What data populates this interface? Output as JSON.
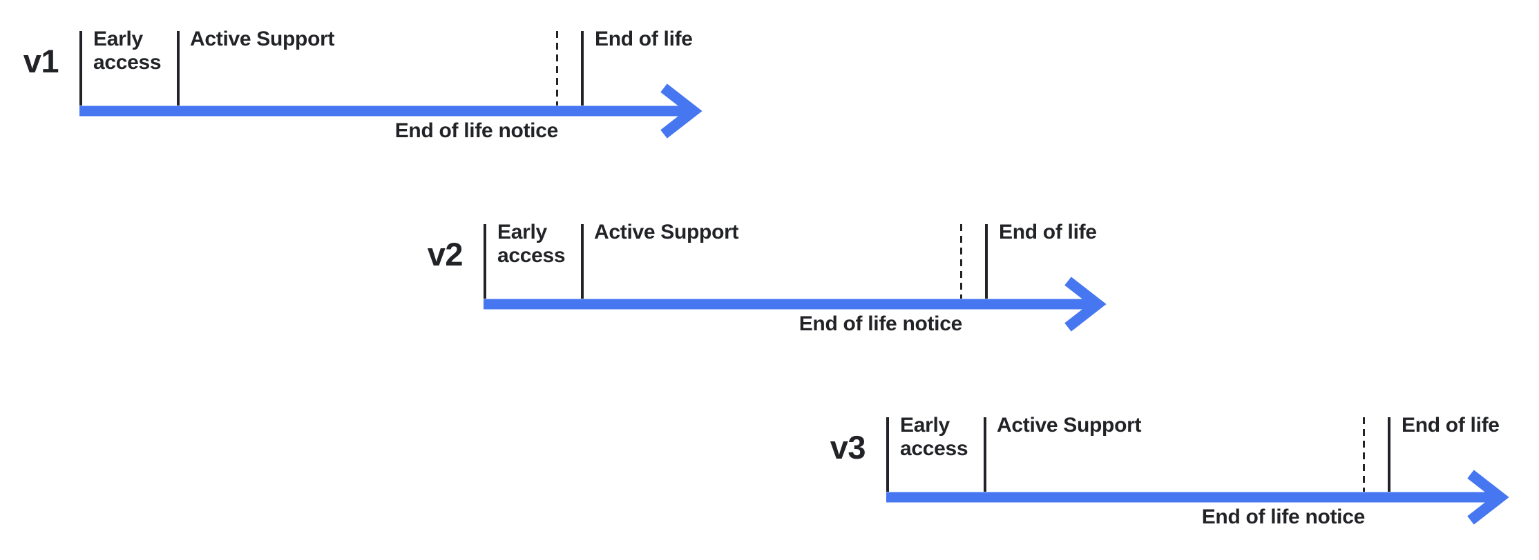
{
  "colors": {
    "arrow_blue": "#4677F1",
    "text": "#222326",
    "background": "#FFFFFF"
  },
  "timelines": [
    {
      "version": "v1",
      "phases": {
        "early_access": "Early access",
        "active_support": "Active Support",
        "end_of_life": "End of life"
      },
      "notice": "End of life notice"
    },
    {
      "version": "v2",
      "phases": {
        "early_access": "Early access",
        "active_support": "Active Support",
        "end_of_life": "End of life"
      },
      "notice": "End of life notice"
    },
    {
      "version": "v3",
      "phases": {
        "early_access": "Early access",
        "active_support": "Active Support",
        "end_of_life": "End of life"
      },
      "notice": "End of life notice"
    }
  ]
}
